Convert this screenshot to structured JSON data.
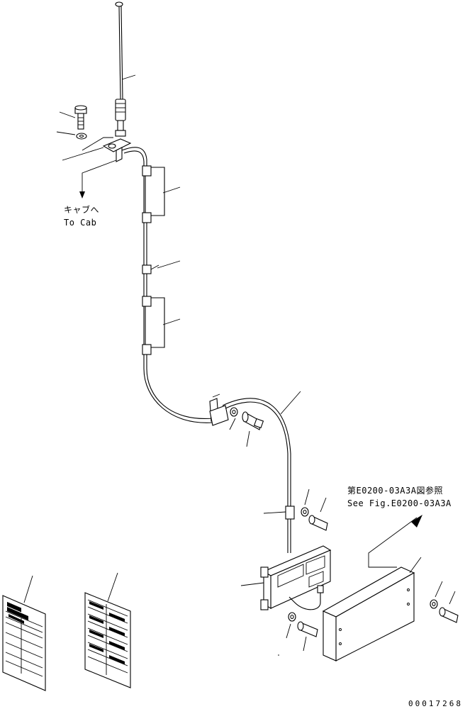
{
  "labels": {
    "cab_jp": "キャブへ",
    "cab_en": "To Cab",
    "ref_jp": "第E0200-03A3A図参照",
    "ref_en": "See Fig.E0200-03A3A"
  },
  "drawing_number": "00017268"
}
